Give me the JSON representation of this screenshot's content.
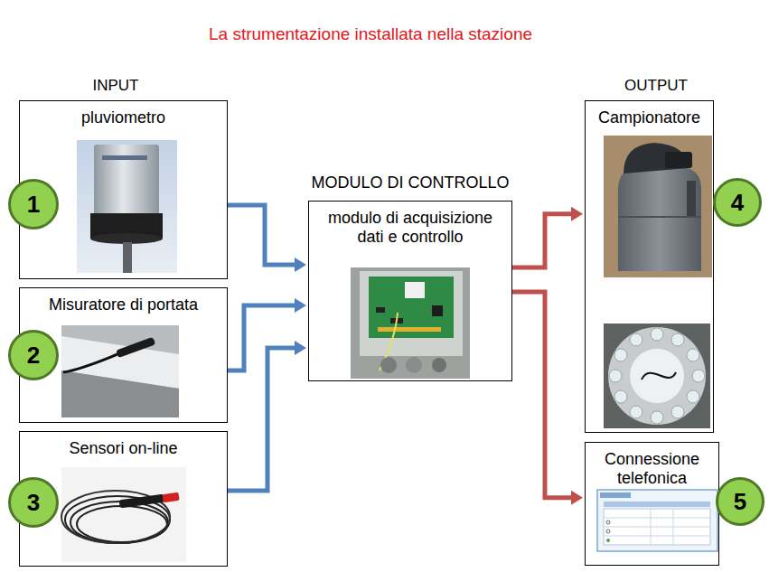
{
  "diagram": {
    "title": "La strumentazione installata nella stazione",
    "nodes": [
      {
        "text": [
          "pluviometro"
        ]
      },
      {
        "text": [
          "Misuratore di portata"
        ]
      },
      {
        "text": [
          "Sensori on-line"
        ]
      },
      {
        "text": [
          "MODULO DI CONTROLLO",
          "modulo di acquisizione dati e controllo"
        ]
      },
      {
        "text": [
          "Campionatore"
        ]
      },
      {
        "text": [
          "Connessione telefonica"
        ]
      },
      {
        "text": [
          "1"
        ]
      },
      {
        "text": [
          "2"
        ]
      },
      {
        "text": [
          "3"
        ]
      },
      {
        "text": [
          "4"
        ]
      },
      {
        "text": [
          "5"
        ]
      }
    ],
    "edges": [
      {
        "from": 0,
        "to": 3,
        "arrow": "to"
      },
      {
        "from": 1,
        "to": 3,
        "arrow": "to"
      },
      {
        "from": 2,
        "to": 3,
        "arrow": "to"
      },
      {
        "from": 3,
        "to": 4,
        "arrow": "to"
      },
      {
        "from": 3,
        "to": 5,
        "arrow": "to"
      }
    ],
    "labels": [
      "INPUT",
      "OUTPUT"
    ]
  }
}
